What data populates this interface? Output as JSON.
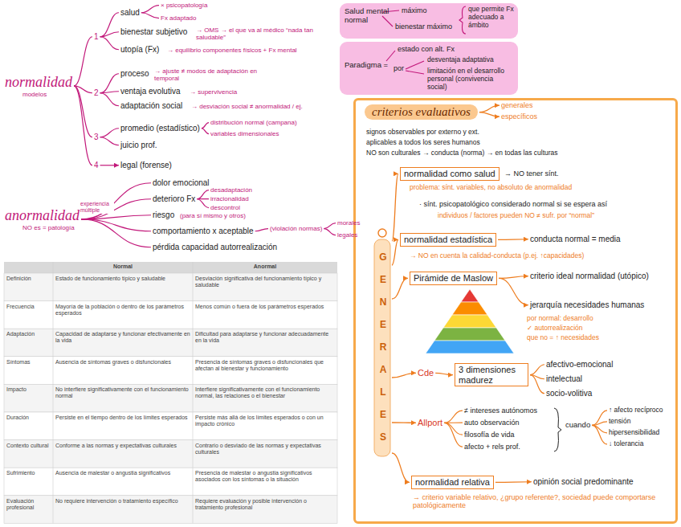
{
  "diagram": {
    "nodes": [
      {
        "text": [
          "normalidad",
          "modelos"
        ]
      },
      {
        "text": [
          "1"
        ]
      },
      {
        "text": [
          "2"
        ]
      },
      {
        "text": [
          "3"
        ]
      },
      {
        "text": [
          "4"
        ]
      },
      {
        "text": [
          "salud"
        ]
      },
      {
        "text": [
          "× psicopatología"
        ]
      },
      {
        "text": [
          "Fx adaptado"
        ]
      },
      {
        "text": [
          "bienestar subjetivo"
        ]
      },
      {
        "text": [
          "utopía (Fx)"
        ]
      },
      {
        "text": [
          "proceso"
        ]
      },
      {
        "text": [
          "ventaja evolutiva"
        ]
      },
      {
        "text": [
          "adaptación social"
        ]
      },
      {
        "text": [
          "promedio (estadístico)"
        ]
      },
      {
        "text": [
          "juicio prof."
        ]
      },
      {
        "text": [
          "legal (forense)"
        ]
      },
      {
        "text": [
          "distribución normal (campana)"
        ]
      },
      {
        "text": [
          "variables dimensionales"
        ]
      },
      {
        "text": [
          "anormalidad",
          "NO es = patología"
        ]
      },
      {
        "text": [
          "dolor emocional"
        ]
      },
      {
        "text": [
          "deterioro Fx"
        ]
      },
      {
        "text": [
          "desadaptación"
        ]
      },
      {
        "text": [
          "irracionalidad"
        ]
      },
      {
        "text": [
          "descontrol"
        ]
      },
      {
        "text": [
          "riesgo"
        ]
      },
      {
        "text": [
          "comportamiento x aceptable"
        ]
      },
      {
        "text": [
          "(violación normas)"
        ]
      },
      {
        "text": [
          "morales"
        ]
      },
      {
        "text": [
          "legales"
        ]
      },
      {
        "text": [
          "pérdida capacidad autorrealización"
        ]
      },
      {
        "text": [
          "Salud mental normal",
          "máximo",
          "bienestar máximo",
          "que permite Fx adecuado a ámbito"
        ]
      },
      {
        "text": [
          "Paradigma =",
          "estado con alt. Fx",
          "por",
          "desventaja adaptativa",
          "limitación en el desarrollo personal (convivencia social)"
        ]
      },
      {
        "text": [
          "GENERALES"
        ]
      },
      {
        "text": [
          "criterios evaluativos"
        ],
        "in": 32
      },
      {
        "text": [
          "generales"
        ],
        "in": 32
      },
      {
        "text": [
          "específicos"
        ],
        "in": 32
      },
      {
        "text": [
          "normalidad como salud"
        ],
        "in": 32
      },
      {
        "text": [
          "normalidad estadística"
        ],
        "in": 32
      },
      {
        "text": [
          "conducta normal = media"
        ],
        "in": 32
      },
      {
        "text": [
          "Pirámide de Maslow"
        ],
        "in": 32
      },
      {
        "text": [
          "criterio ideal normalidad (utópico)"
        ],
        "in": 32
      },
      {
        "text": [
          "jerarquía necesidades humanas"
        ],
        "in": 32
      },
      {
        "text": [
          "Cde"
        ],
        "in": 32
      },
      {
        "text": [
          "3 dimensiones madurez"
        ],
        "in": 32
      },
      {
        "text": [
          "afectivo-emocional"
        ],
        "in": 32
      },
      {
        "text": [
          "intelectual"
        ],
        "in": 32
      },
      {
        "text": [
          "socio-volitiva"
        ],
        "in": 32
      },
      {
        "text": [
          "Allport"
        ],
        "in": 32
      },
      {
        "text": [
          "≠ intereses autónomos"
        ],
        "in": 32
      },
      {
        "text": [
          "auto observación"
        ],
        "in": 32
      },
      {
        "text": [
          "filosofía de vida"
        ],
        "in": 32
      },
      {
        "text": [
          "afecto + rels prof."
        ],
        "in": 32
      },
      {
        "text": [
          "cuando"
        ],
        "in": 32
      },
      {
        "text": [
          "↑ afecto recíproco"
        ],
        "in": 32
      },
      {
        "text": [
          "tensión"
        ],
        "in": 32
      },
      {
        "text": [
          "hipersensibilidad"
        ],
        "in": 32
      },
      {
        "text": [
          "↓ tolerancia"
        ],
        "in": 32
      },
      {
        "text": [
          "normalidad relativa"
        ],
        "in": 32
      },
      {
        "text": [
          "opinión social predominante"
        ],
        "in": 32
      }
    ],
    "edges": [
      {
        "from": 0,
        "to": 1,
        "arrow": "none"
      },
      {
        "from": 0,
        "to": 2,
        "arrow": "none"
      },
      {
        "from": 0,
        "to": 3,
        "arrow": "none"
      },
      {
        "from": 0,
        "to": 4,
        "arrow": "none"
      },
      {
        "from": 1,
        "to": 5,
        "arrow": "none"
      },
      {
        "from": 1,
        "to": 8,
        "arrow": "none"
      },
      {
        "from": 1,
        "to": 9,
        "arrow": "none"
      },
      {
        "from": 2,
        "to": 10,
        "arrow": "none"
      },
      {
        "from": 2,
        "to": 11,
        "arrow": "none"
      },
      {
        "from": 2,
        "to": 12,
        "arrow": "none"
      },
      {
        "from": 3,
        "to": 13,
        "arrow": "none"
      },
      {
        "from": 3,
        "to": 14,
        "arrow": "none"
      },
      {
        "from": 4,
        "to": 15,
        "arrow": "to"
      },
      {
        "from": 5,
        "to": 6,
        "arrow": "none"
      },
      {
        "from": 5,
        "to": 7,
        "arrow": "none"
      },
      {
        "from": 13,
        "to": 16,
        "arrow": "none"
      },
      {
        "from": 13,
        "to": 17,
        "arrow": "none"
      },
      {
        "from": 18,
        "to": 19,
        "arrow": "none"
      },
      {
        "from": 18,
        "to": 20,
        "arrow": "none"
      },
      {
        "from": 18,
        "to": 24,
        "arrow": "none"
      },
      {
        "from": 18,
        "to": 25,
        "arrow": "none"
      },
      {
        "from": 18,
        "to": 29,
        "arrow": "none"
      },
      {
        "from": 20,
        "to": 21,
        "arrow": "none"
      },
      {
        "from": 20,
        "to": 22,
        "arrow": "none"
      },
      {
        "from": 20,
        "to": 23,
        "arrow": "none"
      },
      {
        "from": 25,
        "to": 26,
        "arrow": "none"
      },
      {
        "from": 26,
        "to": 27,
        "arrow": "none"
      },
      {
        "from": 26,
        "to": 28,
        "arrow": "none"
      },
      {
        "from": 33,
        "to": 34,
        "arrow": "to"
      },
      {
        "from": 33,
        "to": 35,
        "arrow": "to"
      },
      {
        "from": 37,
        "to": 38,
        "arrow": "to"
      },
      {
        "from": 39,
        "to": 40,
        "arrow": "to"
      },
      {
        "from": 39,
        "to": 41,
        "arrow": "to"
      },
      {
        "from": 42,
        "to": 43,
        "arrow": "to"
      },
      {
        "from": 43,
        "to": 44,
        "arrow": "none"
      },
      {
        "from": 43,
        "to": 45,
        "arrow": "none"
      },
      {
        "from": 43,
        "to": 46,
        "arrow": "none"
      },
      {
        "from": 47,
        "to": 48,
        "arrow": "none"
      },
      {
        "from": 47,
        "to": 49,
        "arrow": "none"
      },
      {
        "from": 47,
        "to": 50,
        "arrow": "none"
      },
      {
        "from": 47,
        "to": 51,
        "arrow": "none"
      },
      {
        "from": 52,
        "to": 53,
        "arrow": "none"
      },
      {
        "from": 52,
        "to": 54,
        "arrow": "none"
      },
      {
        "from": 52,
        "to": 55,
        "arrow": "none"
      },
      {
        "from": 52,
        "to": 56,
        "arrow": "none"
      },
      {
        "from": 57,
        "to": 58,
        "arrow": "to"
      }
    ],
    "labels": [
      "Normal",
      "Anormal",
      "Definición",
      "Estado de funcionamiento típico y saludable",
      "Desviación significativa del funcionamiento típico y saludable",
      "Frecuencia",
      "Mayoría de la población o dentro de los parámetros esperados",
      "Menos común o fuera de los parámetros esperados",
      "Adaptación",
      "Capacidad de adaptarse y funcionar efectivamente en la vida",
      "Dificultad para adaptarse y funcionar adecuadamente en la vida",
      "Síntomas",
      "Ausencia de síntomas graves o disfuncionales",
      "Presencia de síntomas graves o disfuncionales que afectan al bienestar y funcionamiento",
      "Impacto",
      "No interfiere significativamente con el funcionamiento normal",
      "Interfiere significativamente con el funcionamiento normal, las relaciones o el bienestar",
      "Duración",
      "Persiste en el tiempo dentro de los límites esperados",
      "Persiste más allá de los límites esperados o con un impacto crónico",
      "Contexto cultural",
      "Conforme a las normas y expectativas culturales",
      "Contrario o desviado de las normas y expectativas culturales",
      "Sufrimiento",
      "Ausencia de malestar o angustia significativos",
      "Presencia de malestar o angustia significativos asociados con los síntomas o la situación",
      "Evaluación profesional",
      "No requiere intervención o tratamiento específico",
      "Requiere evaluación y posible intervención o tratamiento profesional",
      "experiencia múltiple",
      "→ OMS → el que va al médico “nada tan saludable”",
      "→ equilibrio componentes físicos + Fx mental",
      "→ ajuste ≠ modos de adaptación en temporal",
      "→ supervivencia",
      "→ desviación social ≠ anormalidad / ej.",
      "(para sí mismo y otros)",
      "signos observables por externo y ext.",
      "aplicables a todos los seres humanos",
      "NO son culturales → conducta (norma) → en todas las culturas",
      "→ NO tener sínt.",
      "problema: sínt. variables, no absoluto de anormalidad",
      "· sínt. psicopatológico considerado normal si se espera así",
      "individuos / factores pueden NO ≠ sufr. por “normal”",
      "→ NO en cuenta la calidad-conducta (p.ej. ↑capacidades)",
      "por normal: desarrollo",
      "✓ autorrealización",
      "que no = ↑ necesidades",
      "→ criterio variable relativo, ¿grupo referente?, sociedad puede comportarse patológicamente"
    ]
  }
}
